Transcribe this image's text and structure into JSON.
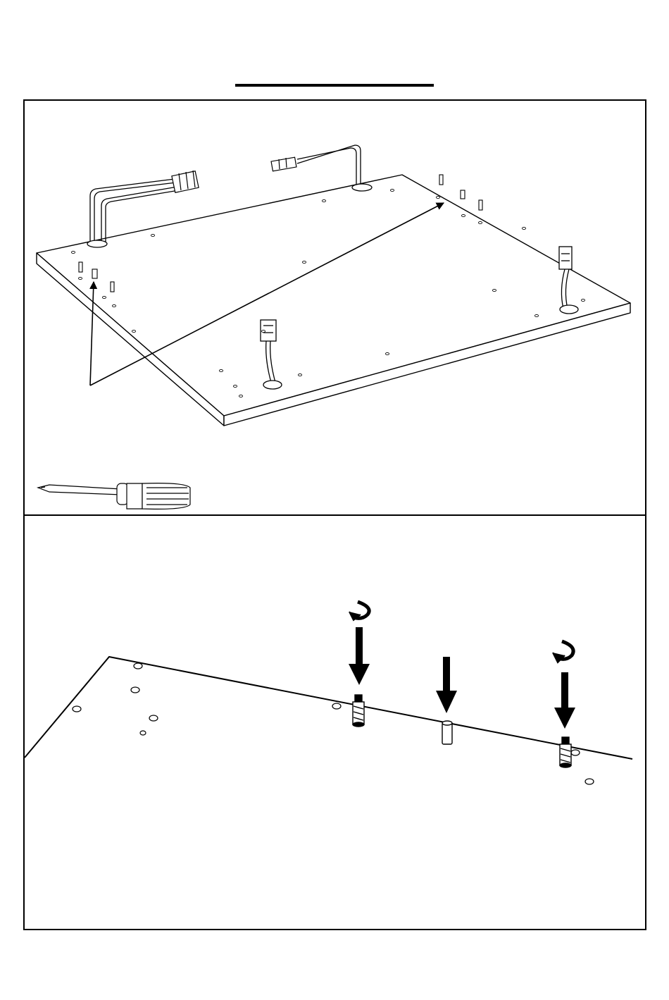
{
  "document": {
    "title": "",
    "colors": {
      "line": "#000000",
      "paper": "#ffffff",
      "accent": "#000000"
    }
  },
  "steps": [
    {
      "id": "step-overview",
      "icons": [
        "screwdriver-icon"
      ],
      "parts": [
        "panel-board",
        "wire-loop",
        "connector-plug",
        "cam-bolt",
        "wooden-dowel",
        "callout-arrow"
      ]
    },
    {
      "id": "step-detail",
      "icons": [
        "rotate-arrow-icon",
        "down-arrow-icon"
      ],
      "parts": [
        "cam-bolt",
        "wooden-dowel",
        "cam-bolt"
      ]
    }
  ]
}
